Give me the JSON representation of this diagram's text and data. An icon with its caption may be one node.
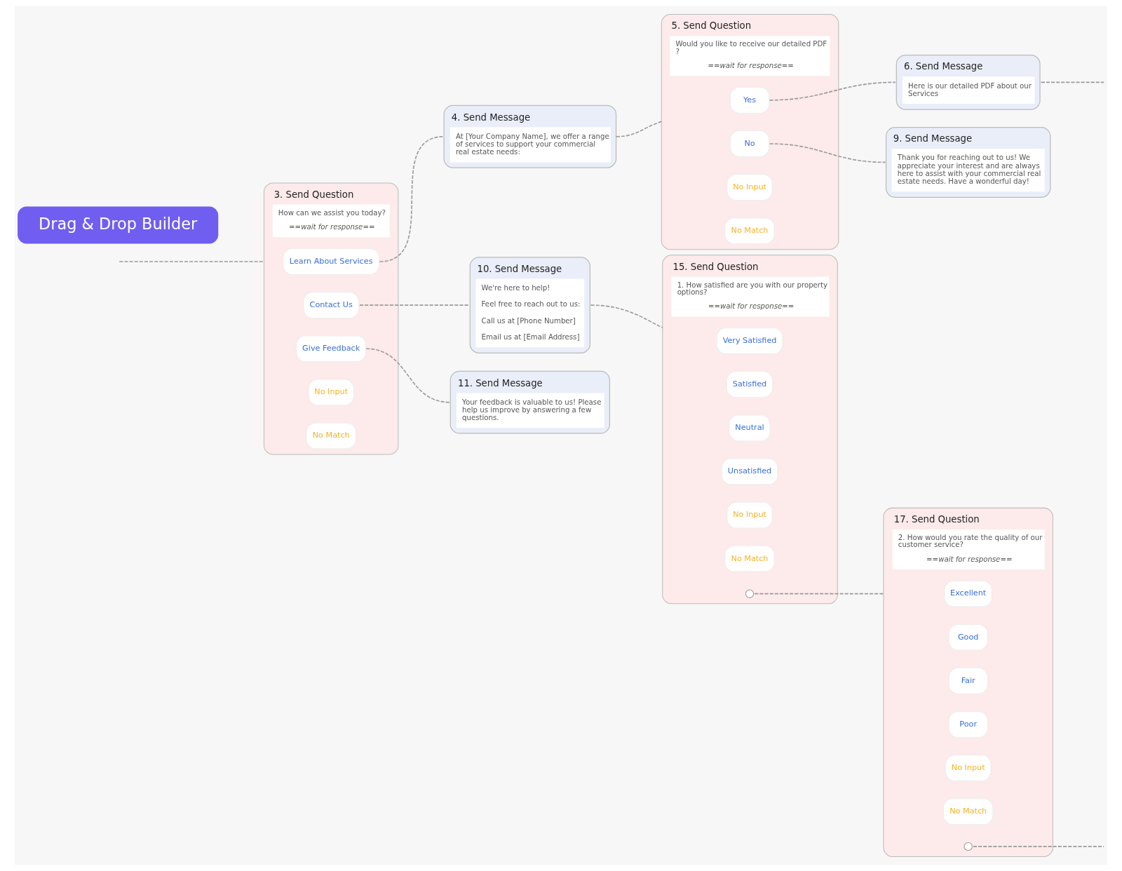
{
  "diagram": {
    "nodes": [
      {
        "text": [
          "3. Send Question",
          "How can we assist you today?",
          "==wait for response=="
        ]
      },
      {
        "text": [
          "Learn About Services"
        ],
        "in": 0
      },
      {
        "text": [
          "Contact Us"
        ],
        "in": 0
      },
      {
        "text": [
          "Give Feedback"
        ],
        "in": 0
      },
      {
        "text": [
          "No Input"
        ],
        "in": 0
      },
      {
        "text": [
          "No Match"
        ],
        "in": 0
      },
      {
        "text": [
          "4. Send Message",
          "At [Your Company Name], we offer a range of services to support your commercial real estate needs:"
        ]
      },
      {
        "text": [
          "10. Send Message",
          "We're here to help!",
          "Feel free to reach out to us:",
          "Call us at [Phone Number]",
          "Email us at [Email Address]"
        ]
      },
      {
        "text": [
          "11. Send Message",
          "Your feedback is valuable to us! Please help us improve by answering a few questions."
        ]
      },
      {
        "text": [
          "5. Send Question",
          "Would you like to receive our detailed PDF ?",
          "==wait for response=="
        ]
      },
      {
        "text": [
          "Yes"
        ],
        "in": 9
      },
      {
        "text": [
          "No"
        ],
        "in": 9
      },
      {
        "text": [
          "No Input"
        ],
        "in": 9
      },
      {
        "text": [
          "No Match"
        ],
        "in": 9
      },
      {
        "text": [
          "6. Send Message",
          "Here is our detailed PDF about our Services"
        ]
      },
      {
        "text": [
          "9. Send Message",
          "Thank you for reaching out to us! We appreciate your interest and are always here to assist with your commercial real estate needs. Have a wonderful day!"
        ]
      },
      {
        "text": [
          "15. Send Question",
          "1. How satisfied are you with our property options?",
          "==wait for response=="
        ]
      },
      {
        "text": [
          "Very Satisfied"
        ],
        "in": 16
      },
      {
        "text": [
          "Satisfied"
        ],
        "in": 16
      },
      {
        "text": [
          "Neutral"
        ],
        "in": 16
      },
      {
        "text": [
          "Unsatisfied"
        ],
        "in": 16
      },
      {
        "text": [
          "No Input"
        ],
        "in": 16
      },
      {
        "text": [
          "No Match"
        ],
        "in": 16
      },
      {
        "text": [],
        "shape": "circle",
        "in": 16
      },
      {
        "text": [
          "17. Send Question",
          "2. How would you rate the quality of our customer service?",
          "==wait for response=="
        ]
      },
      {
        "text": [
          "Excellent"
        ],
        "in": 24
      },
      {
        "text": [
          "Good"
        ],
        "in": 24
      },
      {
        "text": [
          "Fair"
        ],
        "in": 24
      },
      {
        "text": [
          "Poor"
        ],
        "in": 24
      },
      {
        "text": [
          "No Input"
        ],
        "in": 24
      },
      {
        "text": [
          "No Match"
        ],
        "in": 24
      },
      {
        "text": [],
        "shape": "circle",
        "in": 24
      }
    ],
    "edges": [
      {
        "from": null,
        "to": 0,
        "arrow": "none",
        "style": "dashed"
      },
      {
        "from": 1,
        "to": 6,
        "arrow": "none",
        "style": "dashed"
      },
      {
        "from": 2,
        "to": 7,
        "arrow": "none",
        "style": "dashed"
      },
      {
        "from": 3,
        "to": 8,
        "arrow": "none",
        "style": "dashed"
      },
      {
        "from": 6,
        "to": 9,
        "arrow": "none",
        "style": "dashed"
      },
      {
        "from": 10,
        "to": 14,
        "arrow": "none",
        "style": "dashed"
      },
      {
        "from": 11,
        "to": 15,
        "arrow": "none",
        "style": "dashed"
      },
      {
        "from": 14,
        "to": null,
        "arrow": "none",
        "style": "dashed"
      },
      {
        "from": 7,
        "to": 16,
        "arrow": "none",
        "style": "dashed"
      },
      {
        "from": 23,
        "to": 24,
        "arrow": "none",
        "style": "dashed"
      },
      {
        "from": 31,
        "to": null,
        "arrow": "none",
        "style": "dashed"
      }
    ],
    "labels": [
      "Drag & Drop Builder"
    ]
  }
}
